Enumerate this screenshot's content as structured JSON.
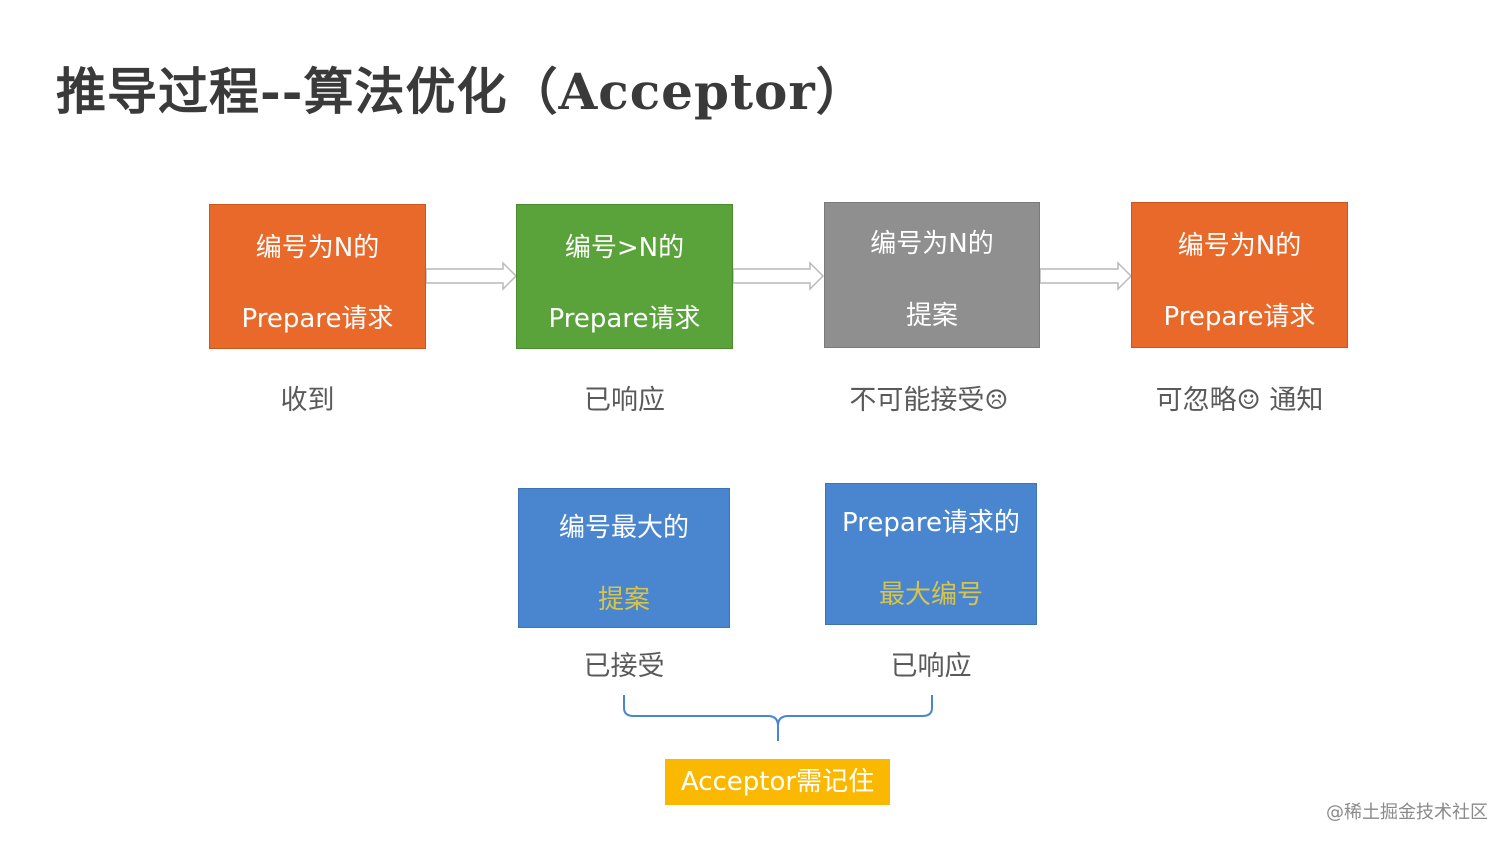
{
  "title": "推导过程--算法优化（Acceptor）",
  "top_row": [
    {
      "line1": "编号为N的",
      "line2": "Prepare请求",
      "caption": "收到",
      "color": "#e8692a"
    },
    {
      "line1": "编号>N的",
      "line2": "Prepare请求",
      "caption": "已响应",
      "color": "#5aa33b"
    },
    {
      "line1": "编号为N的",
      "line2": "提案",
      "caption": "不可能接受☹",
      "color": "#8f8f8f"
    },
    {
      "line1": "编号为N的",
      "line2": "Prepare请求",
      "caption": "可忽略☺ 通知",
      "color": "#e8692a"
    }
  ],
  "bottom_row": [
    {
      "line1": "编号最大的",
      "line2": "提案",
      "caption": "已接受",
      "color": "#4a86cf"
    },
    {
      "line1": "Prepare请求的",
      "line2": "最大编号",
      "caption": "已响应",
      "color": "#4a86cf"
    }
  ],
  "summary": {
    "label": "Acceptor需记住",
    "color": "#fbb800"
  },
  "watermark": "@稀土掘金技术社区"
}
